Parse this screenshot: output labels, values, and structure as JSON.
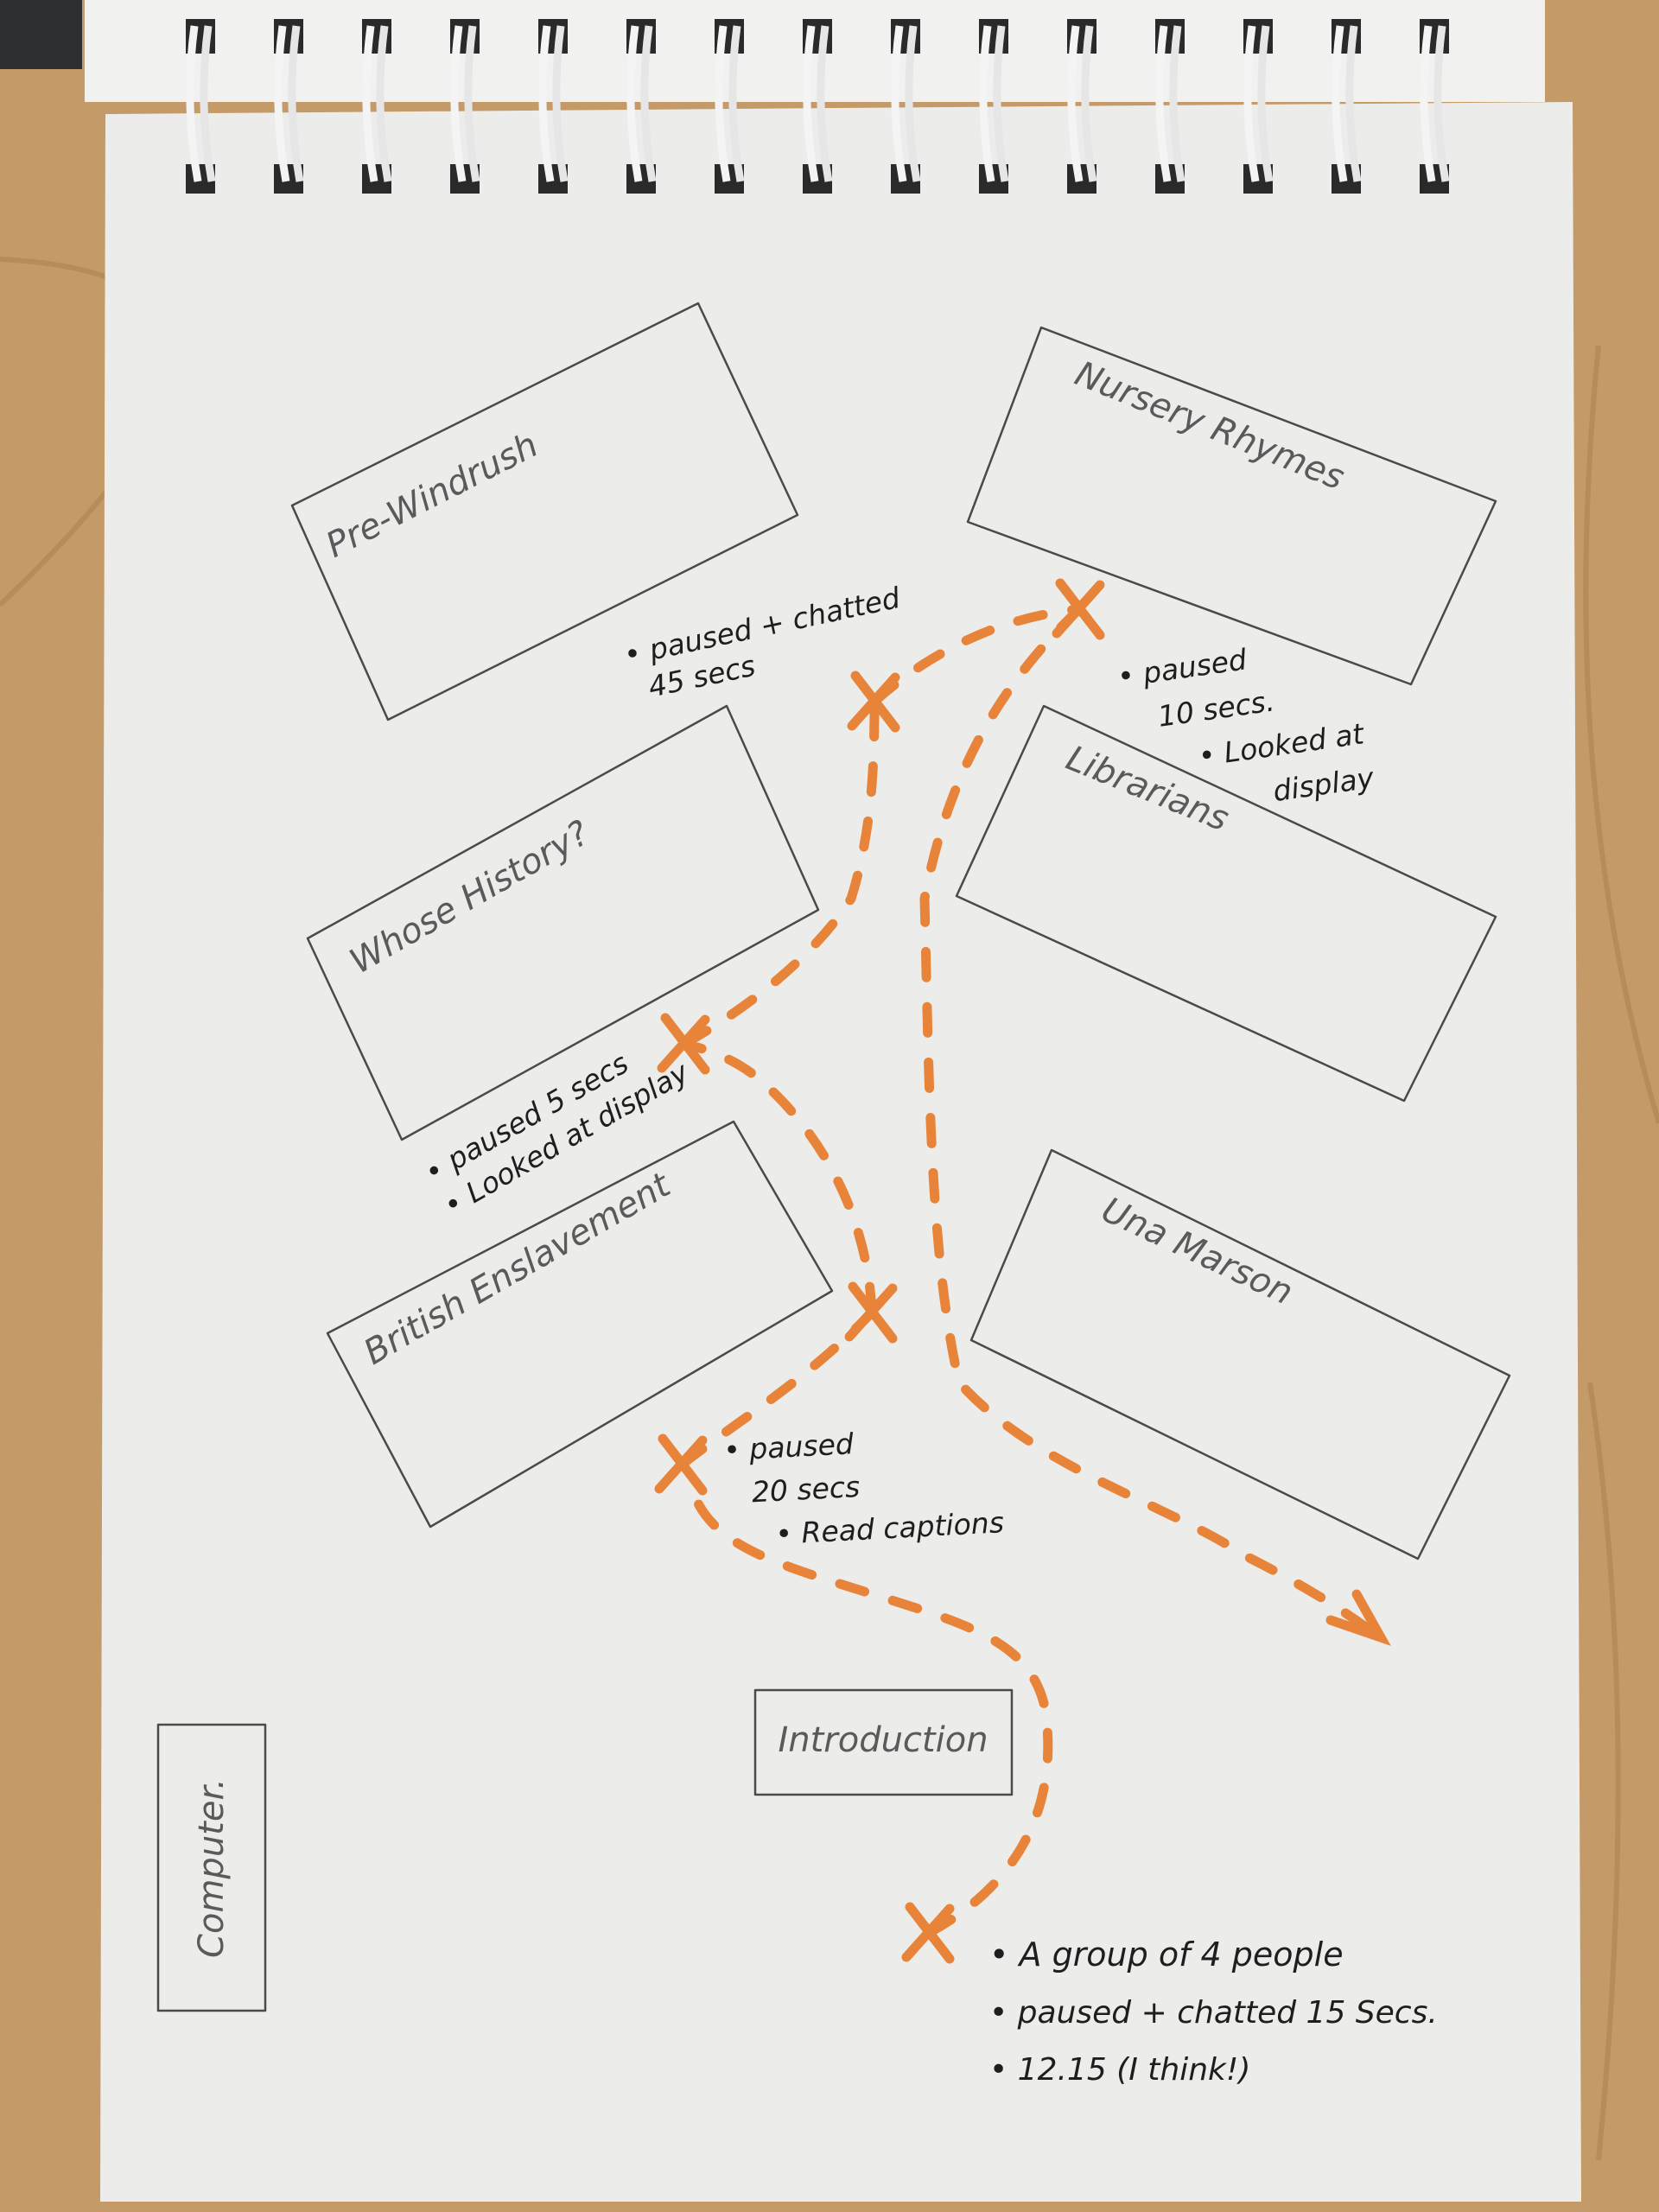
{
  "sketch": {
    "exhibits": [
      {
        "label": "Pre-Windrush"
      },
      {
        "label": "Nursery Rhymes"
      },
      {
        "label": "Whose History?"
      },
      {
        "label": "Librarians"
      },
      {
        "label": "British Enslavement"
      },
      {
        "label": "Una Marson"
      },
      {
        "label": "Introduction"
      },
      {
        "label": "Computer."
      }
    ],
    "annotations": {
      "pre_windrush": [
        "• paused + chatted",
        "45 secs"
      ],
      "nursery_rhymes": [
        "• paused",
        "10 secs.",
        "• Looked at",
        "display"
      ],
      "whose_history": [
        "• paused 5 secs",
        "• Looked at display"
      ],
      "british_enslavement": [
        "• paused",
        "20 secs",
        "• Read captions"
      ],
      "introduction": [
        "• A group of 4 people",
        "• paused + chatted 15 Secs.",
        "• 12.15 (I think!)"
      ]
    },
    "colors": {
      "route": "#e8843a",
      "paper": "#ececea",
      "desk": "#c39a68",
      "pencil": "#4a4a4a"
    }
  }
}
